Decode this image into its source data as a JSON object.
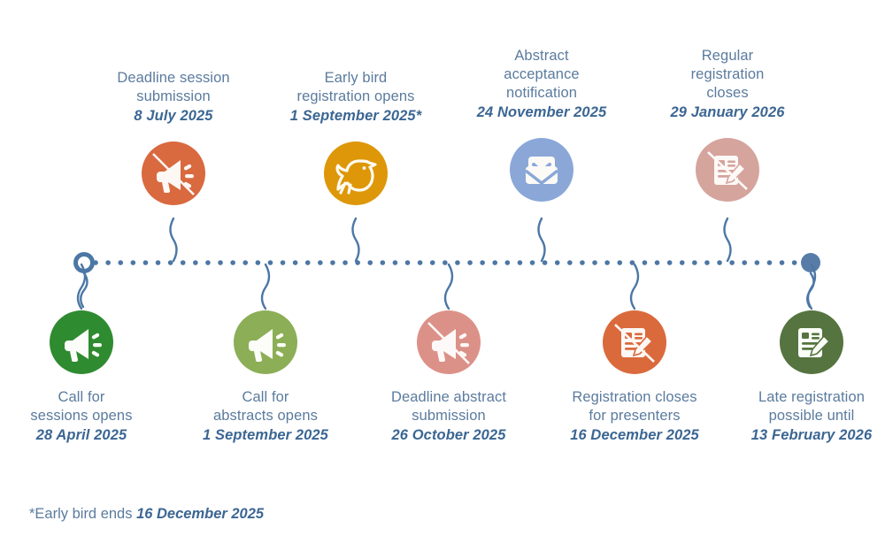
{
  "theme": {
    "background": "#ffffff",
    "label_color": "#5b7b9e",
    "date_color": "#3b6693",
    "axis_color": "#4c77a5"
  },
  "timeline": {
    "axis": {
      "start_marker": "hollow-ring",
      "end_marker": "filled-dot",
      "style": "dotted"
    },
    "milestones": [
      {
        "id": "call-for-sessions-opens",
        "row": "bottom",
        "label": "Call for\nsessions opens",
        "date": "28 April 2025",
        "icon": "megaphone-icon",
        "color": "#2f8b2f"
      },
      {
        "id": "deadline-session-submission",
        "row": "top",
        "label": "Deadline session\nsubmission",
        "date": "8 July 2025",
        "icon": "megaphone-slashed-icon",
        "color": "#d9693f"
      },
      {
        "id": "call-for-abstracts-opens",
        "row": "bottom",
        "label": "Call for\nabstracts opens",
        "date": "1 September 2025",
        "icon": "megaphone-icon",
        "color": "#8cae56"
      },
      {
        "id": "early-bird-registration-opens",
        "row": "top",
        "label": "Early bird\nregistration opens",
        "date": "1 September 2025*",
        "icon": "bird-icon",
        "color": "#dd9708"
      },
      {
        "id": "deadline-abstract-submission",
        "row": "bottom",
        "label": "Deadline abstract\nsubmission",
        "date": "26 October 2025",
        "icon": "megaphone-slashed-icon",
        "color": "#dc9188"
      },
      {
        "id": "abstract-acceptance-notification",
        "row": "top",
        "label": "Abstract\nacceptance\nnotification",
        "date": "24 November 2025",
        "icon": "envelope-check-icon",
        "color": "#8aa7d8"
      },
      {
        "id": "registration-closes-for-presenters",
        "row": "bottom",
        "label": "Registration closes\nfor presenters",
        "date": "16 December 2025",
        "icon": "form-pencil-slashed-icon",
        "color": "#da6a3c"
      },
      {
        "id": "regular-registration-closes",
        "row": "top",
        "label": "Regular\nregistration\ncloses",
        "date": "29 January 2026",
        "icon": "form-pencil-slashed-icon",
        "color": "#d5a49c"
      },
      {
        "id": "late-registration-possible-until",
        "row": "bottom",
        "label": "Late registration\npossible until",
        "date": "13 February 2026",
        "icon": "form-pencil-icon",
        "color": "#55743f"
      }
    ]
  },
  "footnote": {
    "prefix": "*Early bird ends ",
    "date": "16 December 2025"
  }
}
